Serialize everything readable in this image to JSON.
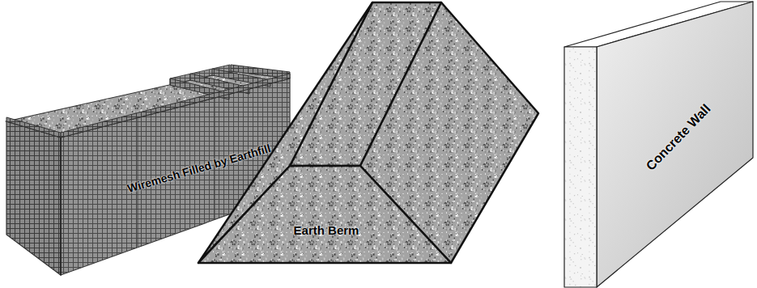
{
  "diagram": {
    "labels": [
      "Wiremesh Filled by Earthfill",
      "Earth Berm",
      "Concrete Wall"
    ]
  }
}
